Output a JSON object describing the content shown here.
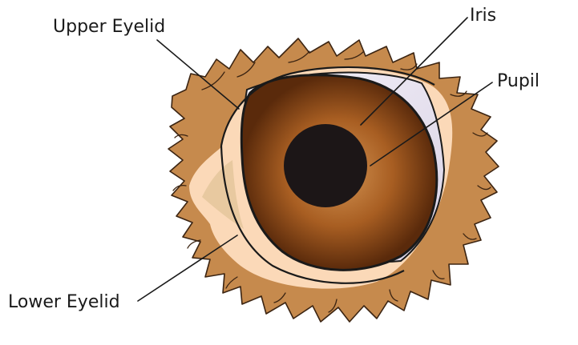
{
  "diagram": {
    "labels": {
      "upper_eyelid": "Upper Eyelid",
      "iris": "Iris",
      "pupil": "Pupil",
      "lower_eyelid": "Lower Eyelid"
    },
    "colors": {
      "fur": "#c68a4d",
      "fur_outline": "#3b2412",
      "skin": "#fbd9b8",
      "sclera": "#e4dff0",
      "iris_center": "#c98645",
      "iris_edge": "#5a2a0b",
      "pupil": "#1c1617"
    }
  }
}
